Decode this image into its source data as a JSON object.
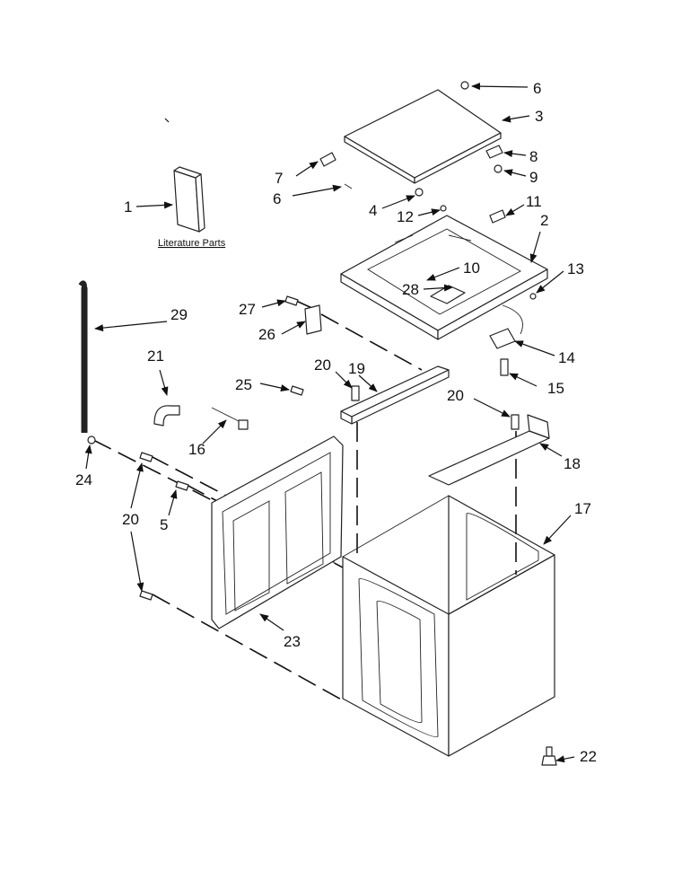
{
  "literature_caption": "Literature Parts",
  "callouts": [
    {
      "id": "p1",
      "text": "1"
    },
    {
      "id": "p2",
      "text": "2"
    },
    {
      "id": "p3",
      "text": "3"
    },
    {
      "id": "p4",
      "text": "4"
    },
    {
      "id": "p5",
      "text": "5"
    },
    {
      "id": "p6a",
      "text": "6"
    },
    {
      "id": "p6b",
      "text": "6"
    },
    {
      "id": "p7",
      "text": "7"
    },
    {
      "id": "p8",
      "text": "8"
    },
    {
      "id": "p9",
      "text": "9"
    },
    {
      "id": "p10",
      "text": "10"
    },
    {
      "id": "p11",
      "text": "11"
    },
    {
      "id": "p12",
      "text": "12"
    },
    {
      "id": "p13",
      "text": "13"
    },
    {
      "id": "p14",
      "text": "14"
    },
    {
      "id": "p15",
      "text": "15"
    },
    {
      "id": "p16",
      "text": "16"
    },
    {
      "id": "p17",
      "text": "17"
    },
    {
      "id": "p18",
      "text": "18"
    },
    {
      "id": "p19",
      "text": "19"
    },
    {
      "id": "p20a",
      "text": "20"
    },
    {
      "id": "p20b",
      "text": "20"
    },
    {
      "id": "p20c",
      "text": "20"
    },
    {
      "id": "p21",
      "text": "21"
    },
    {
      "id": "p22",
      "text": "22"
    },
    {
      "id": "p23",
      "text": "23"
    },
    {
      "id": "p24",
      "text": "24"
    },
    {
      "id": "p25",
      "text": "25"
    },
    {
      "id": "p26",
      "text": "26"
    },
    {
      "id": "p27",
      "text": "27"
    },
    {
      "id": "p28",
      "text": "28"
    },
    {
      "id": "p29",
      "text": "29"
    }
  ]
}
